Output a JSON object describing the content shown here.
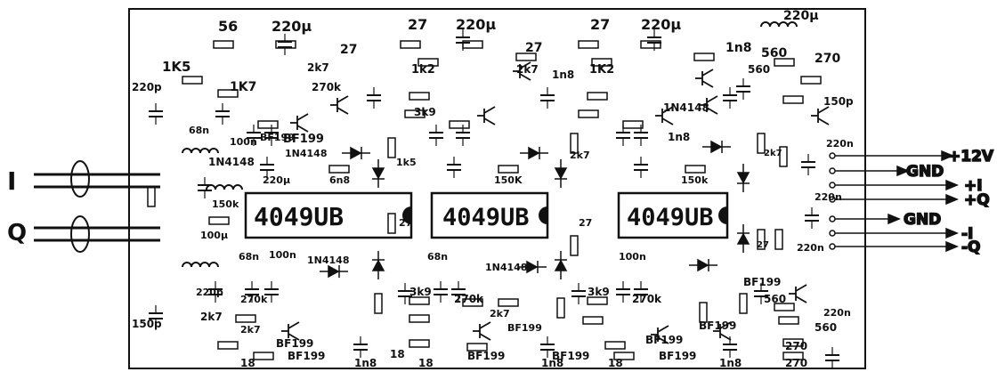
{
  "diagram": {
    "chips": [
      "4049UB",
      "4049UB",
      "4049UB"
    ],
    "inputs": [
      "I",
      "Q"
    ],
    "outputs": [
      "+12V",
      "GND",
      "+I",
      "+Q",
      "GND",
      "-I",
      "-Q"
    ],
    "labels": [
      "56",
      "220µ",
      "27",
      "220µ",
      "27",
      "220µ",
      "220µ",
      "1K5",
      "1K7",
      "2k7",
      "27",
      "270k",
      "1k2",
      "1n8",
      "3k9",
      "1K2",
      "2k7",
      "27",
      "1n8",
      "560",
      "560",
      "270",
      "150p",
      "220p",
      "68n",
      "100n",
      "BF199",
      "BF199",
      "1n8",
      "1N4148",
      "1N4148",
      "1N4148",
      "220µ",
      "6n8",
      "150K",
      "150k",
      "150k",
      "100µ",
      "1k5",
      "2k7",
      "2k7",
      "220n",
      "220n",
      "220n",
      "68n",
      "100n",
      "1N4148",
      "1N4148",
      "27",
      "27",
      "27",
      "68n",
      "100n",
      "BF199",
      "220p",
      "270k",
      "2k7",
      "3k9",
      "270k",
      "3k9",
      "2k7",
      "270k",
      "BF199",
      "220n",
      "150p",
      "2k7",
      "BF199",
      "BF199",
      "BF199",
      "BF199",
      "560",
      "560",
      "18",
      "18",
      "18",
      "18",
      "1n8",
      "1n8",
      "1n8",
      "270",
      "270",
      "BF199",
      "BF199",
      "BF199"
    ]
  }
}
